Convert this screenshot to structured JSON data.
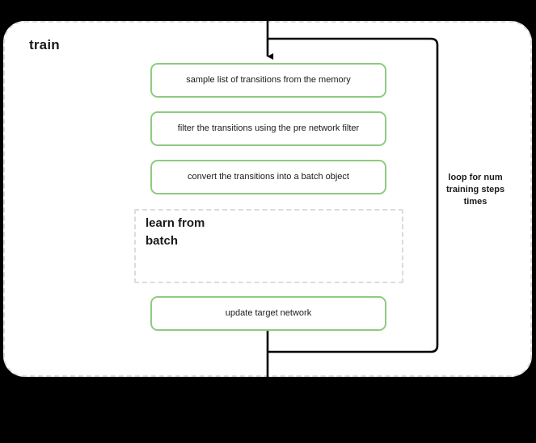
{
  "diagram": {
    "title": "train",
    "steps": [
      {
        "id": "sample",
        "label": "sample list of transitions from the memory"
      },
      {
        "id": "filter",
        "label": "filter the transitions using the pre network filter"
      },
      {
        "id": "convert",
        "label": "convert the transitions into a batch object"
      },
      {
        "id": "update-target",
        "label": "update target network"
      }
    ],
    "subgraph": {
      "title": "learn from batch"
    },
    "loop_annotation": "loop for num\ntraining steps\ntimes",
    "colors": {
      "step_border": "#8ecb80",
      "container_border": "#dcdcdc",
      "edge": "#000000",
      "text": "#1a1a1a",
      "background": "#ffffff",
      "page_background": "#000000"
    }
  }
}
